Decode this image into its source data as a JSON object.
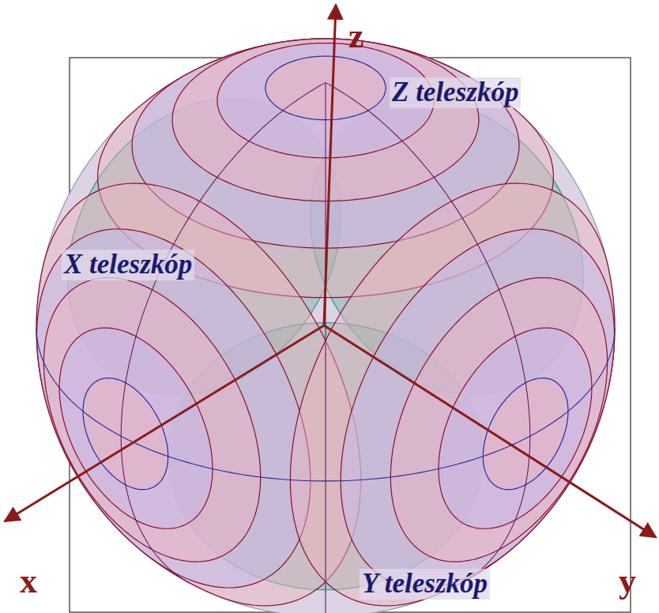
{
  "diagram": {
    "labels": [
      "z",
      "Z teleszkóp",
      "X teleszkóp",
      "x",
      "Y teleszkóp",
      "y"
    ]
  }
}
